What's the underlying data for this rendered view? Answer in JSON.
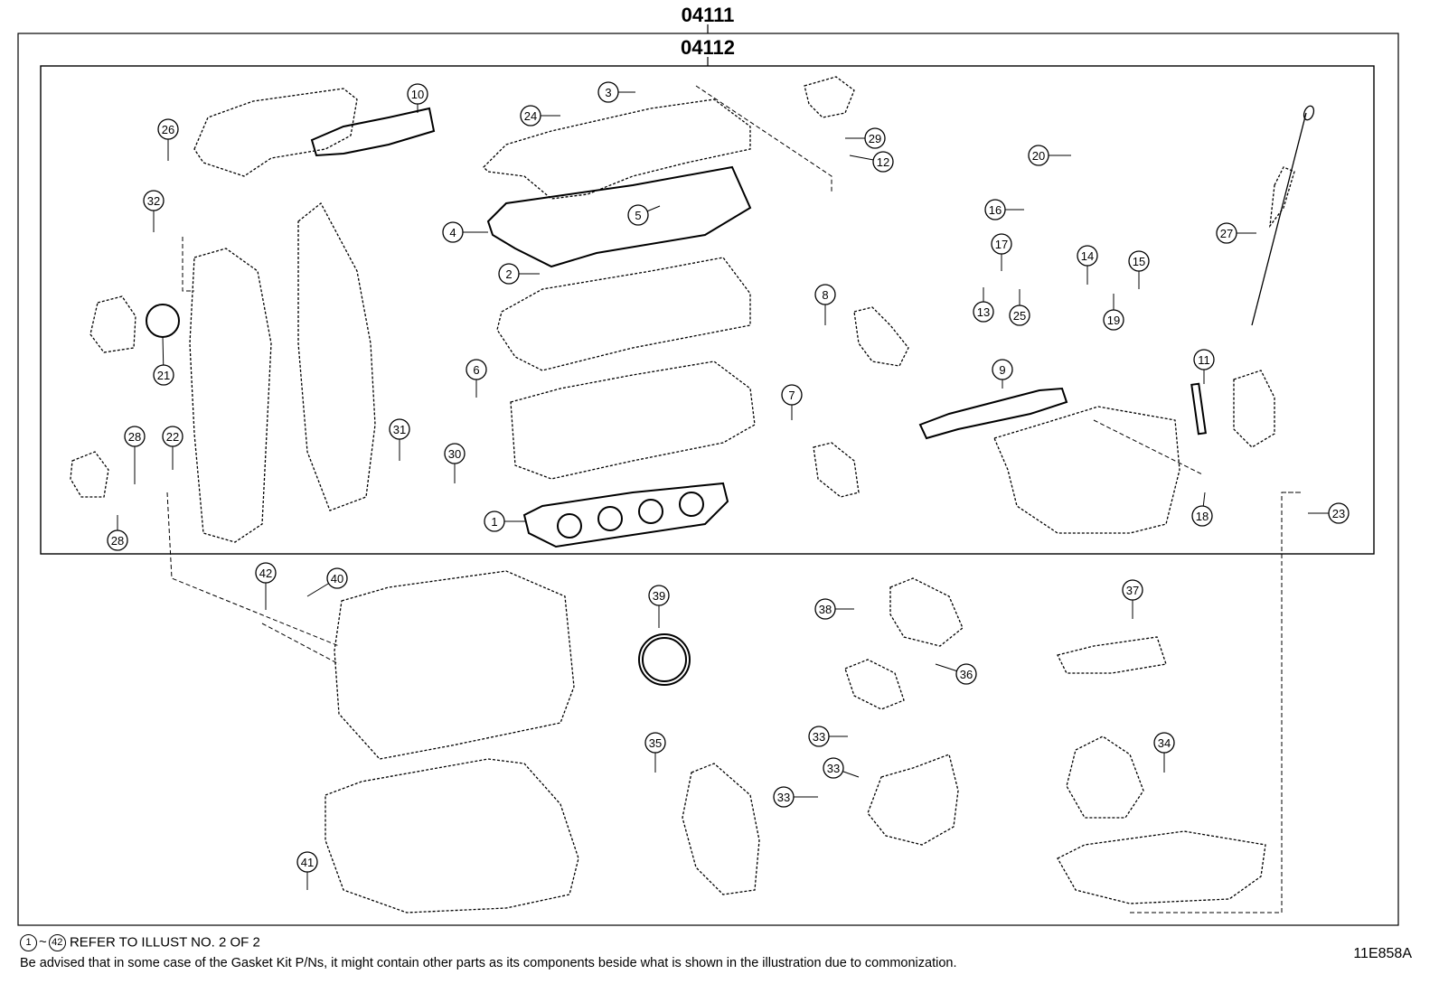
{
  "kit_numbers": {
    "outer": "04111",
    "inner": "04112"
  },
  "callouts": [
    "1",
    "2",
    "3",
    "4",
    "5",
    "6",
    "7",
    "8",
    "9",
    "10",
    "11",
    "12",
    "13",
    "14",
    "15",
    "16",
    "17",
    "18",
    "19",
    "20",
    "21",
    "22",
    "23",
    "24",
    "25",
    "26",
    "27",
    "28",
    "28",
    "29",
    "30",
    "31",
    "32",
    "33",
    "33",
    "33",
    "34",
    "35",
    "36",
    "37",
    "38",
    "39",
    "40",
    "41",
    "42"
  ],
  "footer": {
    "range_start": "1",
    "range_separator": "~",
    "range_end": "42",
    "refer_text": "REFER TO ILLUST NO. 2 OF 2",
    "advice_text": "Be advised that in some case of the Gasket Kit P/Ns,  it might contain other parts as its components beside what is shown in the illustration due to commonization.",
    "illustration_code": "11E858A"
  },
  "colors": {
    "line": "#000000",
    "background": "#ffffff"
  }
}
